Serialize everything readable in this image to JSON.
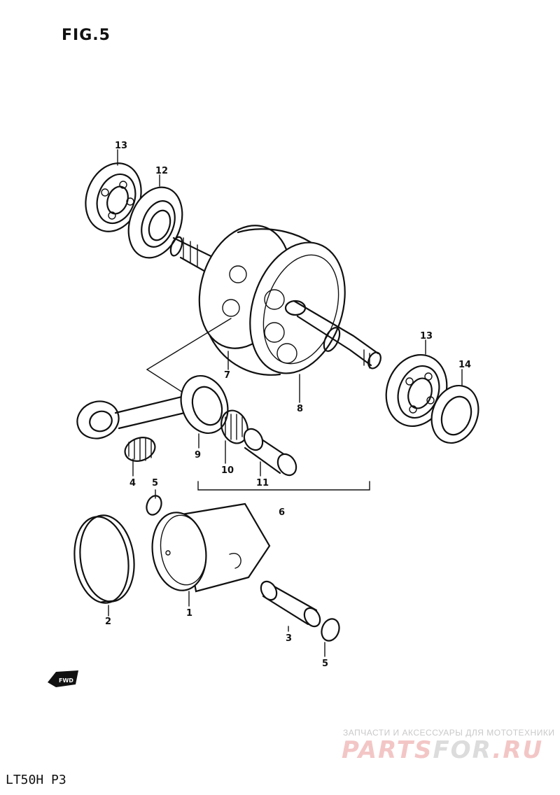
{
  "figure": {
    "title": "FIG.5"
  },
  "model_label": "LT50H P3",
  "fwd_arrow_label": "FWD",
  "parts": {
    "p1": "1",
    "p2": "2",
    "p3": "3",
    "p4": "4",
    "p5a": "5",
    "p5b": "5",
    "p6": "6",
    "p7": "7",
    "p8": "8",
    "p9": "9",
    "p10": "10",
    "p11": "11",
    "p12": "12",
    "p13a": "13",
    "p13b": "13",
    "p14": "14"
  },
  "watermark": {
    "tagline": "ЗАПЧАСТИ И АКСЕССУАРЫ ДЛЯ МОТОТЕХНИКИ",
    "logo_part1": "PARTS",
    "logo_part2": "FOR",
    "logo_part3": ".RU"
  }
}
